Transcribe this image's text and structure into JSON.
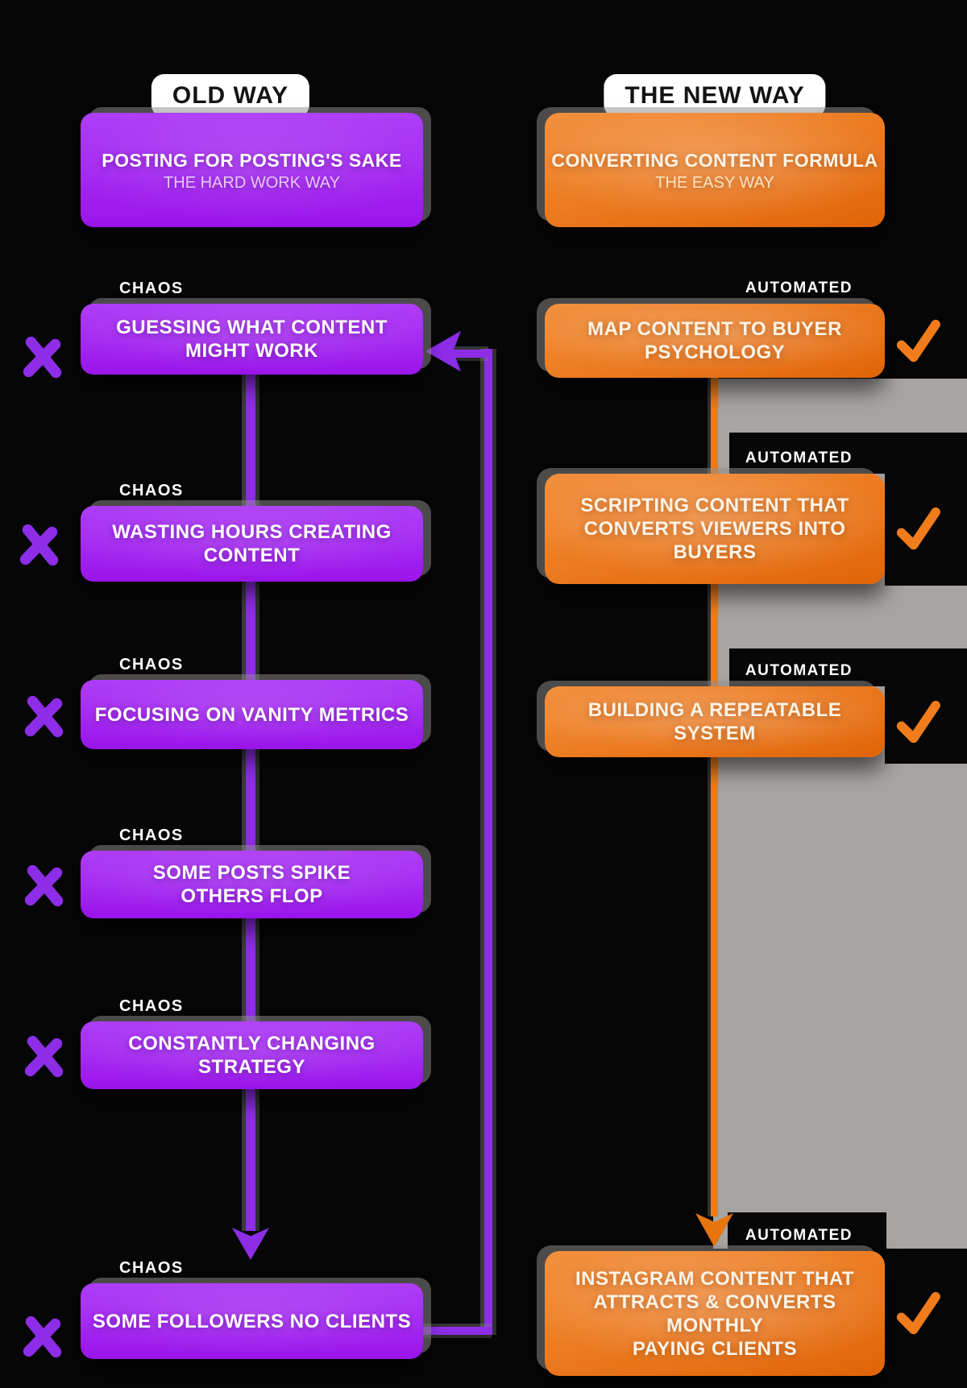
{
  "old_way": {
    "badge": "OLD WAY",
    "header": {
      "title": "POSTING FOR POSTING'S SAKE",
      "subtitle": "THE HARD WORK WAY"
    },
    "item_label": "CHAOS",
    "items": [
      {
        "lines": [
          "GUESSING WHAT CONTENT",
          "MIGHT WORK"
        ]
      },
      {
        "lines": [
          "WASTING HOURS CREATING",
          "CONTENT"
        ]
      },
      {
        "lines": [
          "FOCUSING ON VANITY METRICS"
        ]
      },
      {
        "lines": [
          "SOME POSTS SPIKE",
          "OTHERS FLOP"
        ]
      },
      {
        "lines": [
          "CONSTANTLY CHANGING",
          "STRATEGY"
        ]
      },
      {
        "lines": [
          "SOME FOLLOWERS NO CLIENTS"
        ]
      }
    ],
    "colors": {
      "box": "#a426f2",
      "accent": "#8e2de8"
    }
  },
  "new_way": {
    "badge": "THE NEW WAY",
    "header": {
      "title": "CONVERTING CONTENT FORMULA",
      "subtitle": "THE EASY WAY"
    },
    "item_label": "AUTOMATED",
    "items": [
      {
        "lines": [
          "MAP CONTENT TO BUYER",
          "PSYCHOLOGY"
        ]
      },
      {
        "lines": [
          "SCRIPTING CONTENT THAT",
          "CONVERTS VIEWERS INTO",
          "BUYERS"
        ]
      },
      {
        "lines": [
          "BUILDING A REPEATABLE",
          "SYSTEM"
        ]
      },
      {
        "lines": [
          "INSTAGRAM CONTENT THAT",
          "ATTRACTS & CONVERTS MONTHLY",
          "PAYING CLIENTS"
        ]
      }
    ],
    "colors": {
      "box_start": "#f29140",
      "box_end": "#e06408",
      "accent": "#ef7c1a"
    }
  },
  "background": {
    "canvas": "#060606",
    "gray_band": "#a7a4a1"
  }
}
